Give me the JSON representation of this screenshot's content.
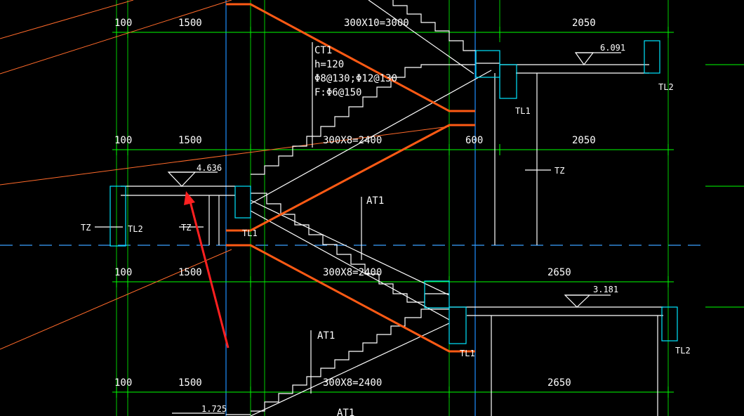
{
  "colors": {
    "background": "#000000",
    "dimension": "#00ff00",
    "axis": "#1e90ff",
    "structure": "#ffffff",
    "beam": "#00e5ff",
    "section": "#ff5a14",
    "arrow": "#ff2020"
  },
  "dimensions": {
    "row1": [
      "100",
      "1500",
      "300X10=3000",
      "2050"
    ],
    "row2": [
      "100",
      "1500",
      "300X8=2400",
      "600",
      "2050"
    ],
    "row3": [
      "100",
      "1500",
      "300X8=2400",
      "2650"
    ],
    "row4": [
      "100",
      "1500",
      "300X8=2400",
      "2650"
    ]
  },
  "elevations": {
    "top_landing": "6.091",
    "mid_landing": "4.636",
    "lower_landing": "3.181",
    "bottom": "1.725"
  },
  "stair_note": {
    "name": "CT1",
    "thickness": "h=120",
    "rebar": "Φ8@130;Φ12@130",
    "distribution": "F:Φ6@150"
  },
  "labels": {
    "tl1": "TL1",
    "tl2": "TL2",
    "tz": "TZ",
    "at1": "AT1",
    "slab_note": "Φ..."
  }
}
